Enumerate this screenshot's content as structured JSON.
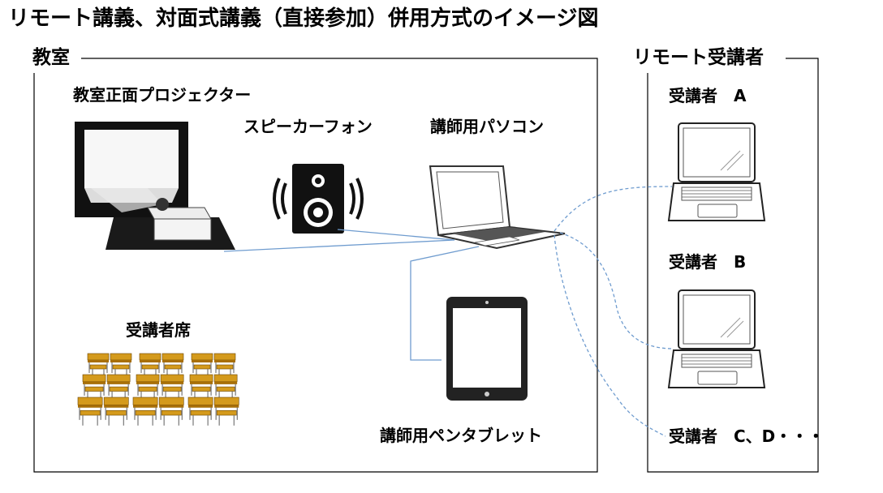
{
  "title": "リモート講義、対面式講義（直接参加）併用方式のイメージ図",
  "classroom": {
    "label": "教室",
    "projector_label": "教室正面プロジェクター",
    "speaker_label": "スピーカーフォン",
    "pc_label": "講師用パソコン",
    "seats_label": "受講者席",
    "tablet_label": "講師用ペンタブレット"
  },
  "remote": {
    "label": "リモート受講者",
    "students": [
      {
        "label": "受講者　A"
      },
      {
        "label": "受講者　B"
      },
      {
        "label": "受講者　C、D・・・"
      }
    ]
  },
  "colors": {
    "connection_line": "#6f9ccf",
    "desk_top": "#d49a1c",
    "desk_side": "#a86f08"
  }
}
